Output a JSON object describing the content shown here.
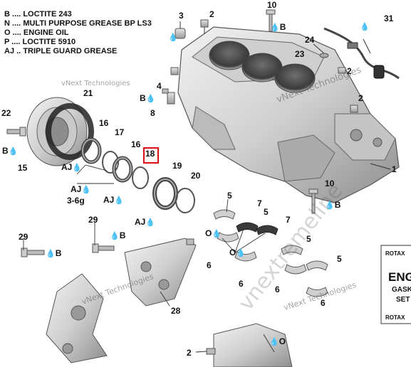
{
  "legend": [
    {
      "code": "B",
      "dots": "....",
      "text": "LOCTITE 243"
    },
    {
      "code": "N",
      "dots": "....",
      "text": "MULTI PURPOSE GREASE BP LS3"
    },
    {
      "code": "O",
      "dots": "....",
      "text": "ENGINE OIL"
    },
    {
      "code": "P",
      "dots": "....",
      "text": "LOCTITE 5910"
    },
    {
      "code": "AJ",
      "dots": "..",
      "text": "TRIPLE GUARD GREASE"
    }
  ],
  "callouts": {
    "c1": "1",
    "c2a": "2",
    "c2b": "2",
    "c2c": "2",
    "c2d": "2",
    "c3": "3",
    "c4": "4",
    "c5a": "5",
    "c5b": "5",
    "c5c": "5",
    "c5d": "5",
    "c6a": "6",
    "c6b": "6",
    "c6c": "6",
    "c6d": "6",
    "c7a": "7",
    "c7b": "7",
    "c8": "8",
    "c10a": "10",
    "c10b": "10",
    "c15": "15",
    "c16a": "16",
    "c16b": "16",
    "c17": "17",
    "c18": "18",
    "c19": "19",
    "c20": "20",
    "c21": "21",
    "c22": "22",
    "c23": "23",
    "c24": "24",
    "c28": "28",
    "c29a": "29",
    "c29b": "29",
    "c31": "31"
  },
  "labels": {
    "B": "B",
    "O": "O",
    "AJ": "AJ",
    "range": "3-6g",
    "drop": "💧"
  },
  "watermarks": {
    "w1": "vNext Technologies",
    "w2": "vNext Technologies",
    "w3": "vNext Technologies",
    "w4": "vNext Technologies",
    "w5": "vnextremeline"
  },
  "rotax_box": {
    "line1": "ROTAX",
    "line2": "ENGI",
    "line3": "GASK",
    "line4": "SET",
    "line5": "ROTAX"
  },
  "colors": {
    "highlight": "#dd1111",
    "part_fill": "#d8d8d8",
    "part_stroke": "#555555"
  }
}
